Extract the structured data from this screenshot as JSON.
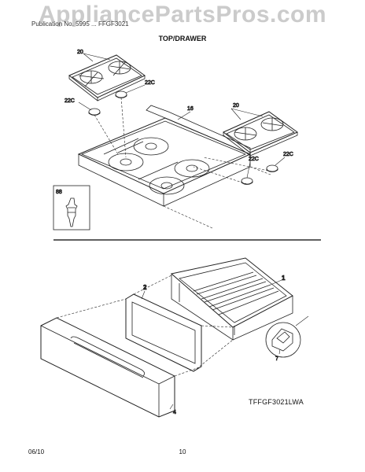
{
  "page": {
    "watermark": "AppliancePartsPros.com",
    "header_text": "Publication No. 5995 ... FFGF3021",
    "section_title": "TOP/DRAWER",
    "model_number": "TFFGF3021LWA",
    "footer_date": "06/10",
    "page_number": "10"
  },
  "callouts": {
    "grate_left": "20",
    "cap_left_top": "22C",
    "cap_left_bottom": "22C",
    "cooktop": "16",
    "grate_right": "20",
    "cap_right_a": "22C",
    "cap_right_b": "22C",
    "inset": "88",
    "drawer_frame": "1",
    "drawer_gasket": "2",
    "drawer_front": "4",
    "drawer_glide": "7"
  }
}
